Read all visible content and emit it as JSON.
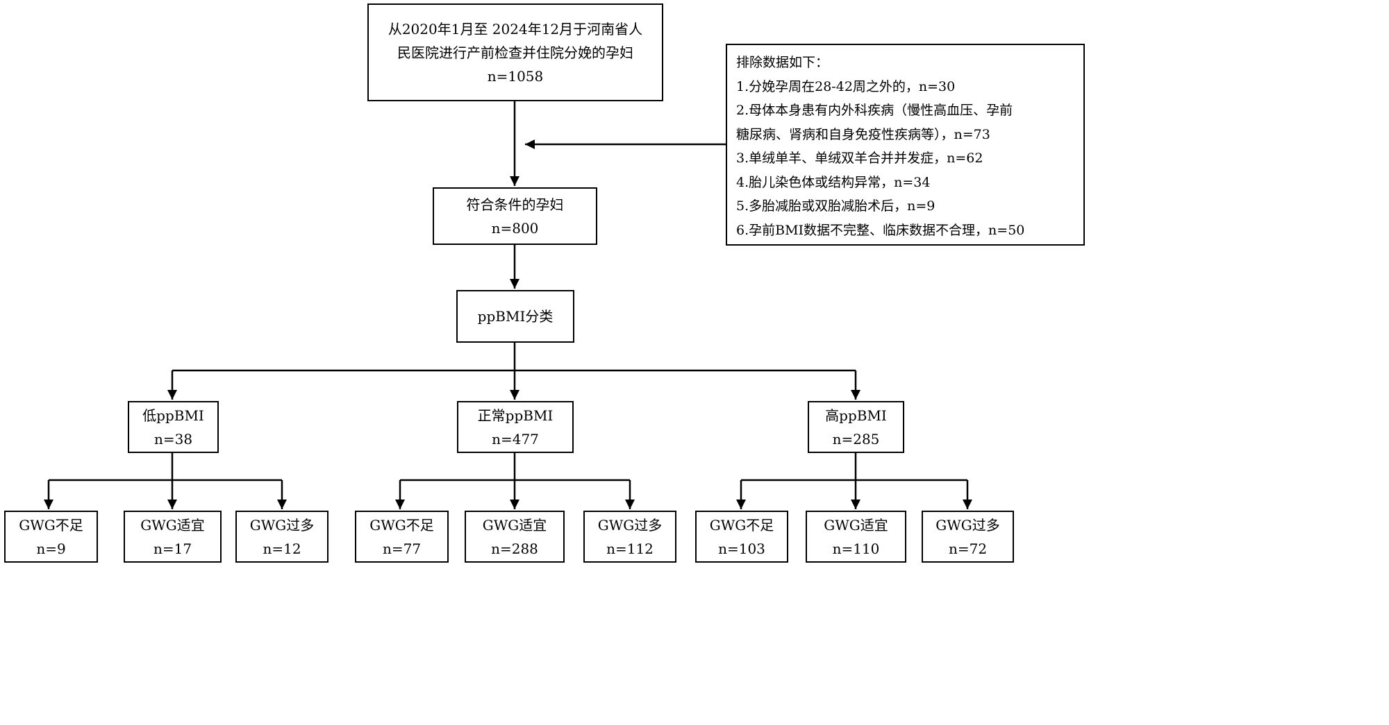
{
  "source": {
    "line1": "从2020年1月至 2024年12月于河南省人",
    "line2": "民医院进行产前检查并住院分娩的孕妇",
    "count": "n=1058"
  },
  "exclusions": {
    "title": "排除数据如下：",
    "lines": [
      "1.分娩孕周在28-42周之外的，n=30",
      "2.母体本身患有内外科疾病（慢性高血压、孕前",
      "糖尿病、肾病和自身免疫性疾病等），n=73",
      "3.单绒单羊、单绒双羊合并并发症，n=62",
      "4.胎儿染色体或结构异常，n=34",
      "5.多胎减胎或双胎减胎术后，n=9",
      "6.孕前BMI数据不完整、临床数据不合理，n=50"
    ]
  },
  "eligible": {
    "label": "符合条件的孕妇",
    "count": "n=800"
  },
  "classification": {
    "label": "ppBMI分类"
  },
  "groups": [
    {
      "label": "低ppBMI",
      "count": "n=38",
      "children": [
        {
          "label": "GWG不足",
          "count": "n=9"
        },
        {
          "label": "GWG适宜",
          "count": "n=17"
        },
        {
          "label": "GWG过多",
          "count": "n=12"
        }
      ]
    },
    {
      "label": "正常ppBMI",
      "count": "n=477",
      "children": [
        {
          "label": "GWG不足",
          "count": "n=77"
        },
        {
          "label": "GWG适宜",
          "count": "n=288"
        },
        {
          "label": "GWG过多",
          "count": "n=112"
        }
      ]
    },
    {
      "label": "高ppBMI",
      "count": "n=285",
      "children": [
        {
          "label": "GWG不足",
          "count": "n=103"
        },
        {
          "label": "GWG适宜",
          "count": "n=110"
        },
        {
          "label": "GWG过多",
          "count": "n=72"
        }
      ]
    }
  ]
}
